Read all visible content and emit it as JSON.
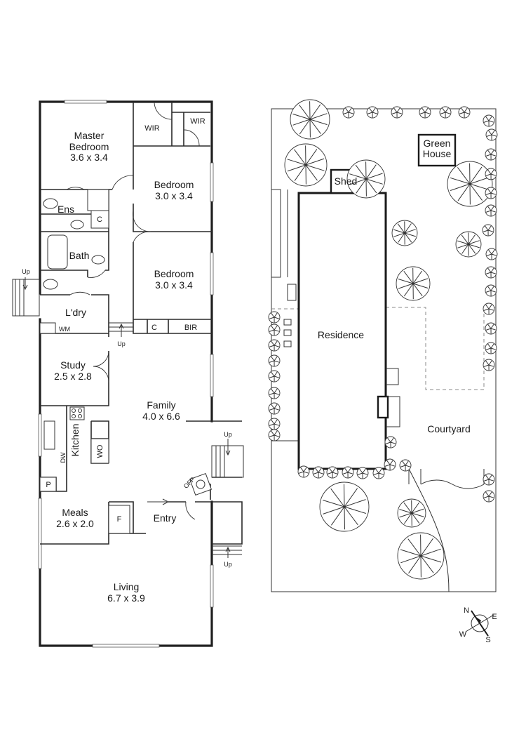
{
  "floor_plan": {
    "rooms": [
      {
        "name": "Master\nBedroom",
        "size": "3.6 x 3.4"
      },
      {
        "name": "Bedroom",
        "size": "3.0 x 3.4"
      },
      {
        "name": "Bedroom",
        "size": "3.0 x 3.4"
      },
      {
        "name": "Study",
        "size": "2.5 x 2.8"
      },
      {
        "name": "Family",
        "size": "4.0 x 6.6"
      },
      {
        "name": "Meals",
        "size": "2.6 x 2.0"
      },
      {
        "name": "Living",
        "size": "6.7 x 3.9"
      }
    ],
    "labels": {
      "wir1": "WIR",
      "wir2": "WIR",
      "ens": "Ens",
      "c1": "C",
      "bath": "Bath",
      "ldry": "L'dry",
      "wm": "WM",
      "c2": "C",
      "bir": "BIR",
      "kitchen": "Kitchen",
      "dw": "DW",
      "wo": "WO",
      "p": "P",
      "f": "F",
      "entry": "Entry",
      "ofp": "OFP",
      "up1": "Up",
      "up2": "Up",
      "up3": "Up",
      "up4": "Up"
    }
  },
  "site_plan": {
    "labels": {
      "green_house_line1": "Green",
      "green_house_line2": "House",
      "shed": "Shed",
      "residence": "Residence",
      "courtyard": "Courtyard"
    }
  },
  "compass": {
    "n": "N",
    "e": "E",
    "s": "S",
    "w": "W"
  }
}
